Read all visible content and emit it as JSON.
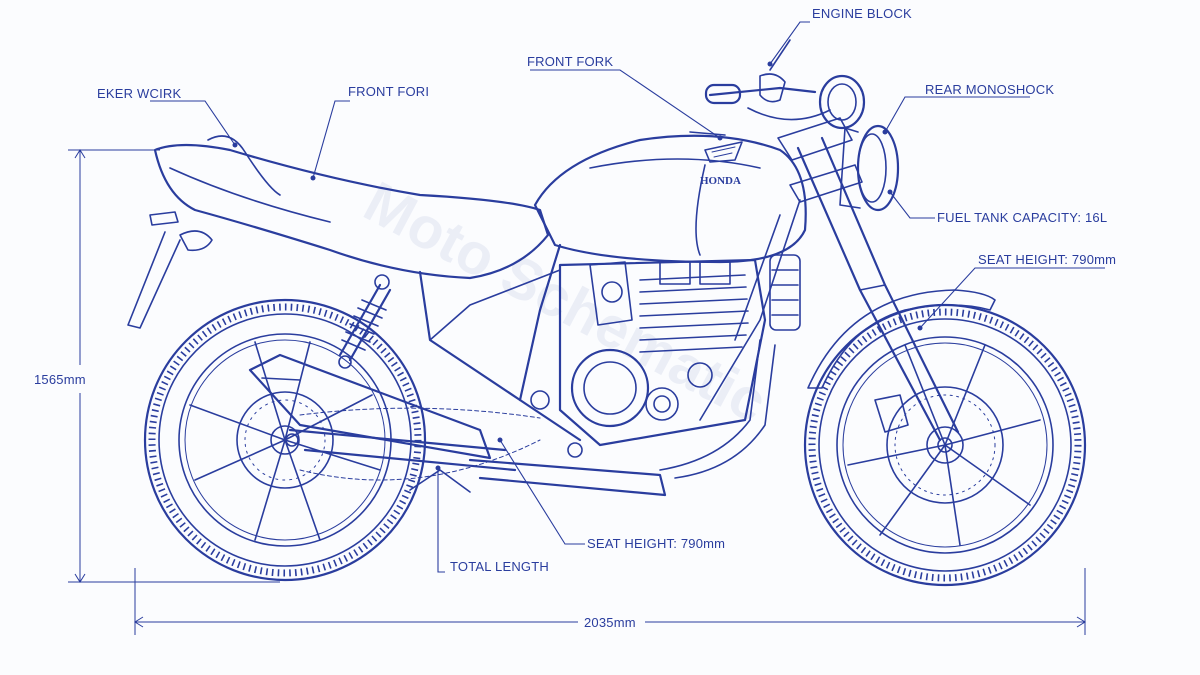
{
  "labels": {
    "engine_block": "ENGINE BLOCK",
    "front_fork_top": "FRONT FORK",
    "front_fork_left": "FRONT FORI",
    "exhaust_work": "EKER WCIRK",
    "rear_monoshock": "REAR MONOSHOCK",
    "fuel_tank": "FUEL TANK CAPACITY: 16L",
    "seat_height_right": "SEAT HEIGHT: 790mm",
    "seat_height_bottom": "SEAT HEIGHT: 790mm",
    "total_length": "TOTAL LENGTH"
  },
  "dimensions": {
    "height": "1565mm",
    "length": "2035mm"
  },
  "tank_logo": "HONDA",
  "watermark": "Moto Schematic",
  "colors": {
    "ink": "#2a3d9e",
    "paper": "#fbfcfe",
    "watermark": "#cfd6ea"
  }
}
